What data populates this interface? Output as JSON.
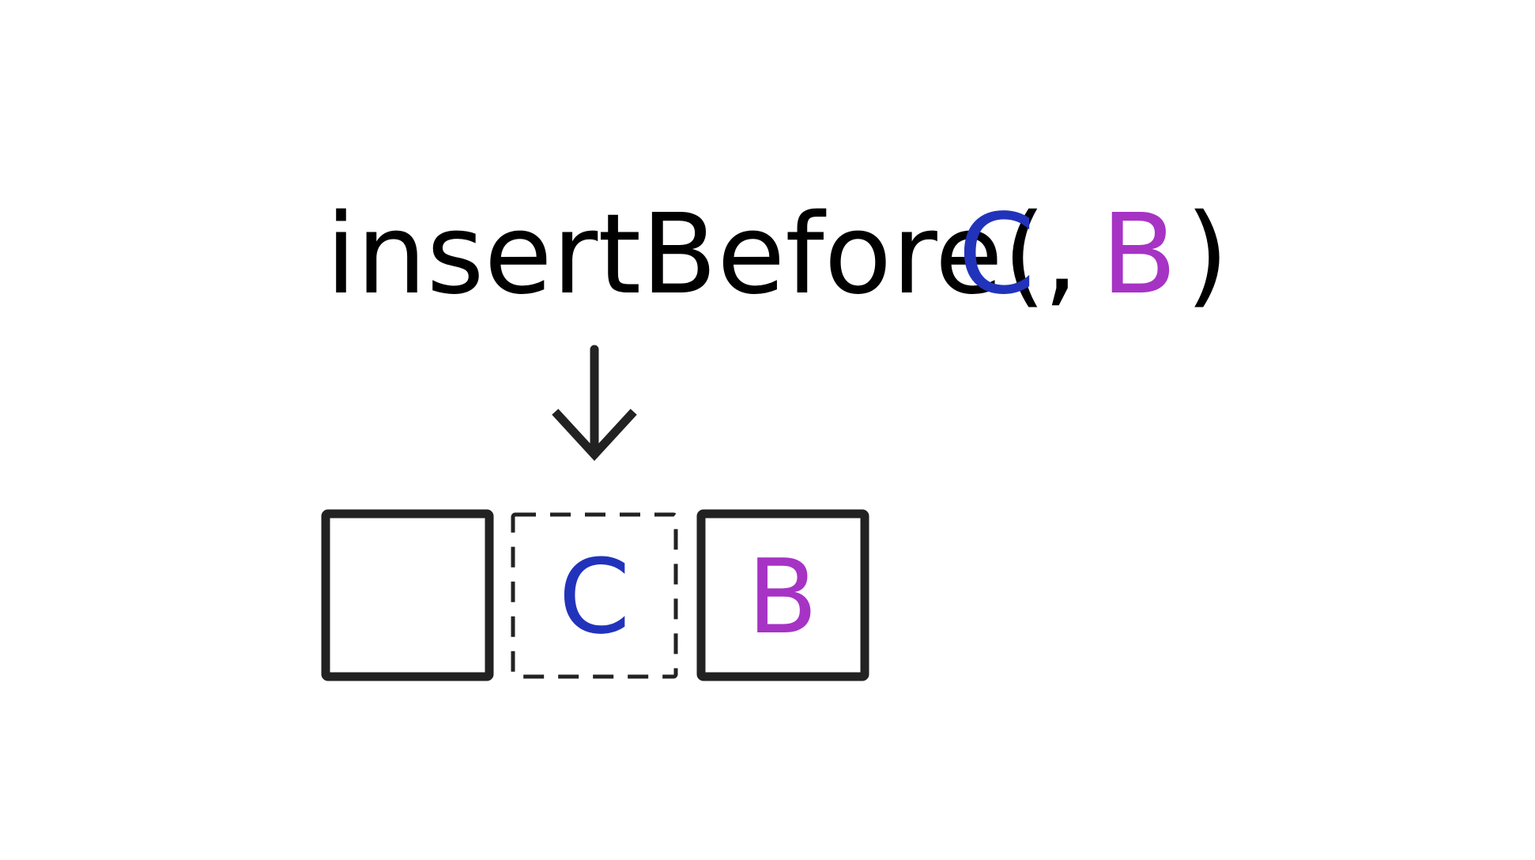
{
  "call": {
    "function_name": "insertBefore(",
    "arg1": "C",
    "separator": ",",
    "arg2": "B",
    "close_paren": ")"
  },
  "boxes": {
    "existing_node_label": "",
    "inserted_node_label": "C",
    "reference_node_label": "B"
  },
  "colors": {
    "text": "#000000",
    "node_c": "#2233bb",
    "node_b": "#a633c4",
    "stroke": "#222222",
    "background": "#ffffff"
  },
  "icons": {
    "arrow": "arrow-down-icon"
  }
}
